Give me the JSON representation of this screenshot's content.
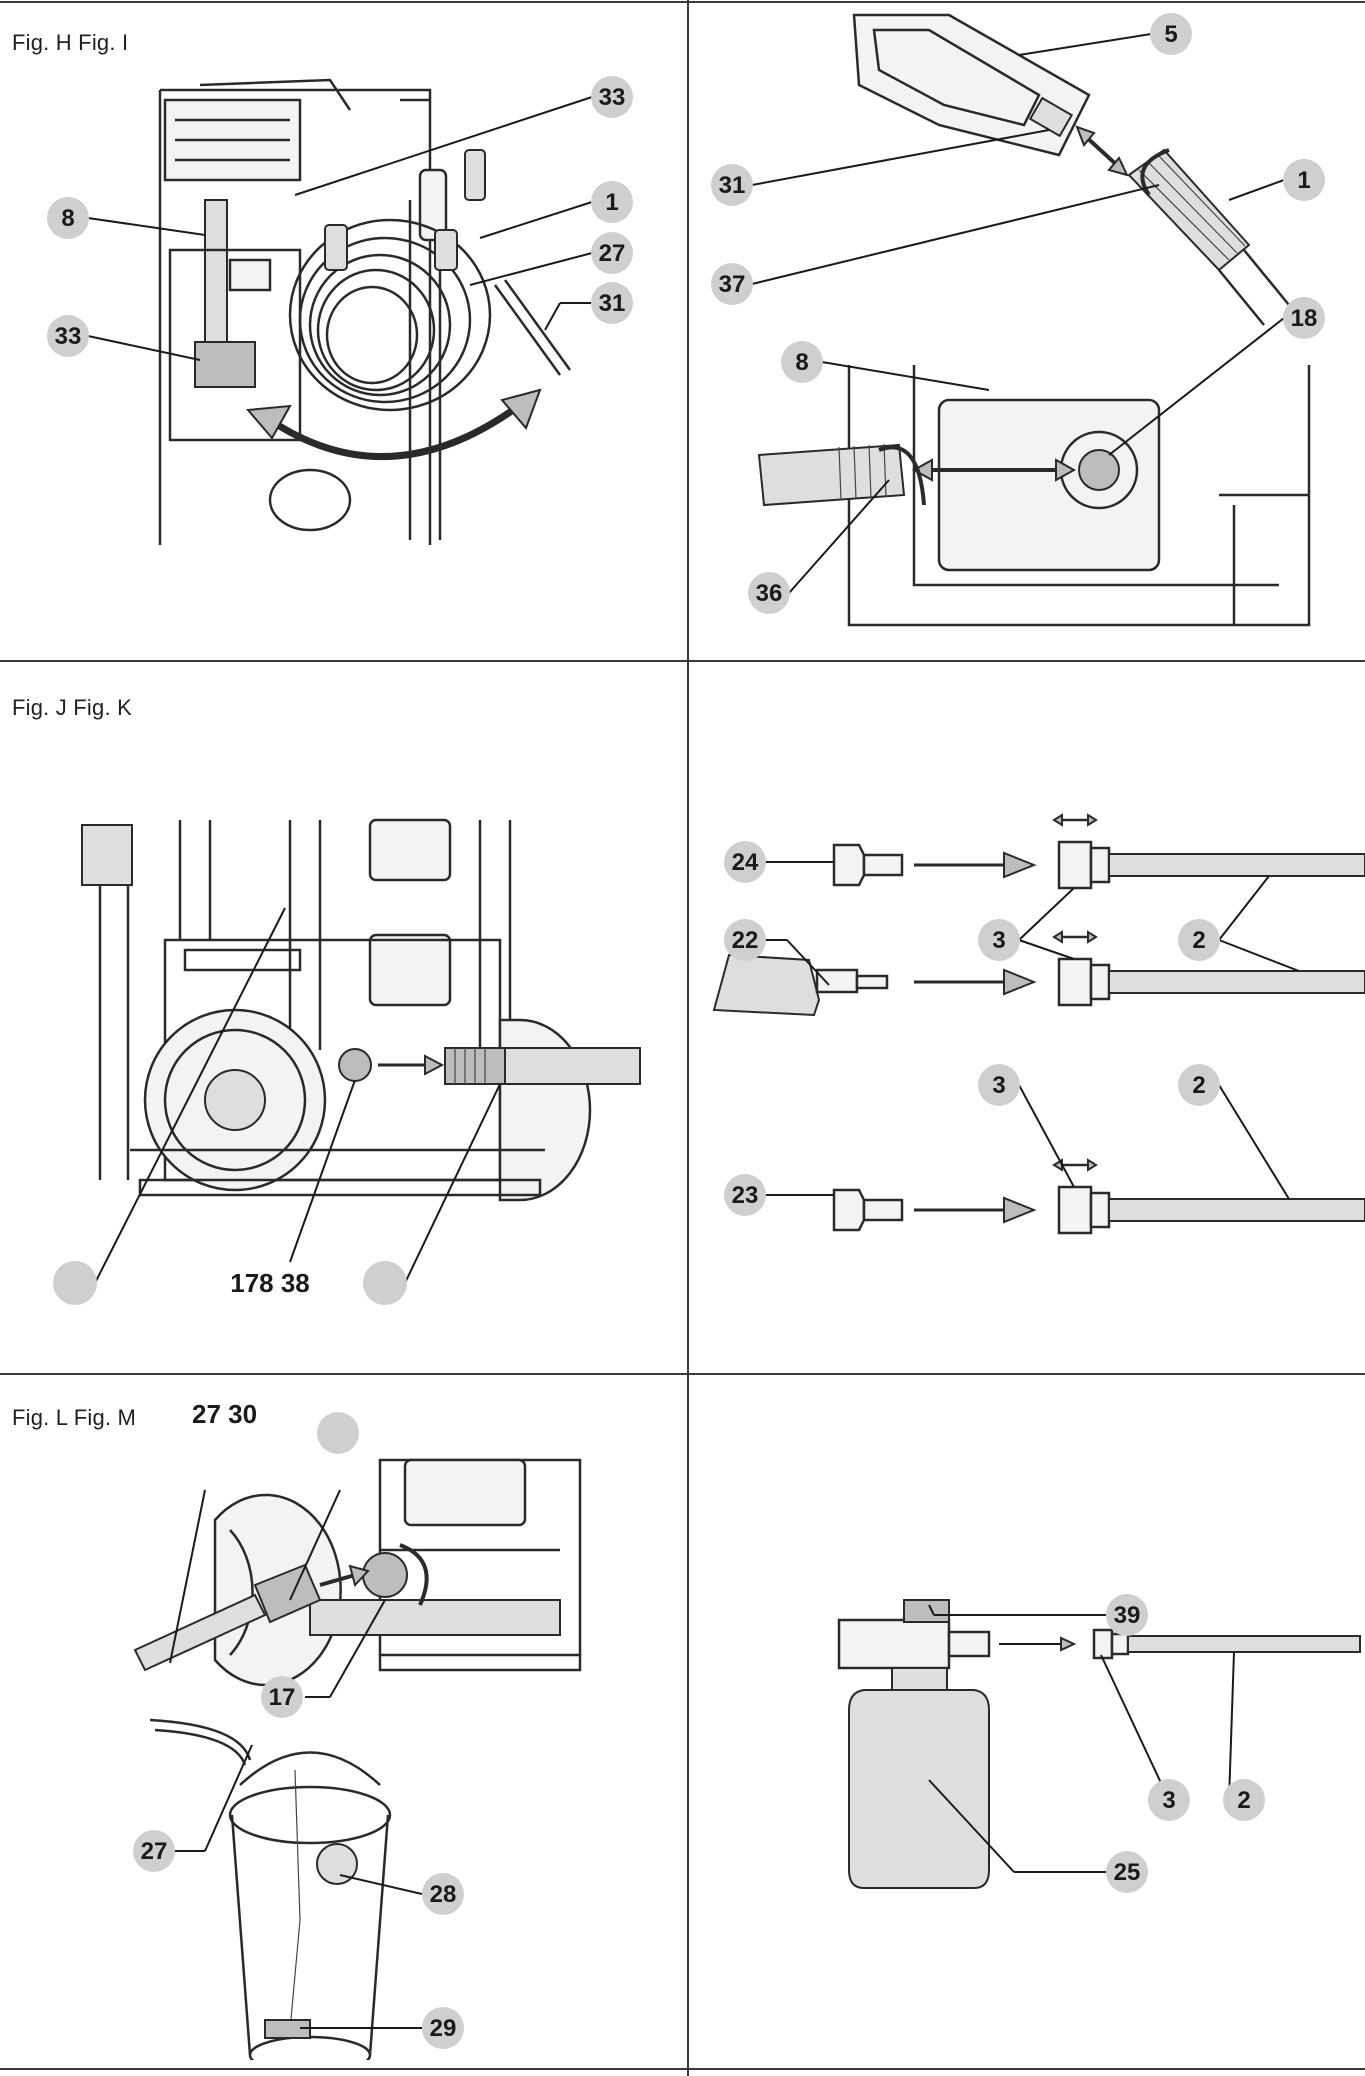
{
  "captions": {
    "h_i": "Fig. H Fig. I",
    "j_k": "Fig. J Fig. K",
    "l_m": "Fig. L Fig. M"
  },
  "fig_h": {
    "callouts": [
      "33",
      "8",
      "1",
      "27",
      "33",
      "31"
    ]
  },
  "fig_i": {
    "callouts": [
      "5",
      "31",
      "1",
      "37",
      "18",
      "8",
      "36"
    ]
  },
  "fig_j": {
    "callouts": [
      "178 38"
    ]
  },
  "fig_k": {
    "callouts": [
      "24",
      "22",
      "3",
      "2",
      "3",
      "2",
      "23"
    ]
  },
  "fig_l": {
    "callouts": [
      "27 30",
      "17",
      "27",
      "28",
      "29"
    ]
  },
  "fig_m": {
    "callouts": [
      "39",
      "3",
      "2",
      "25"
    ]
  }
}
